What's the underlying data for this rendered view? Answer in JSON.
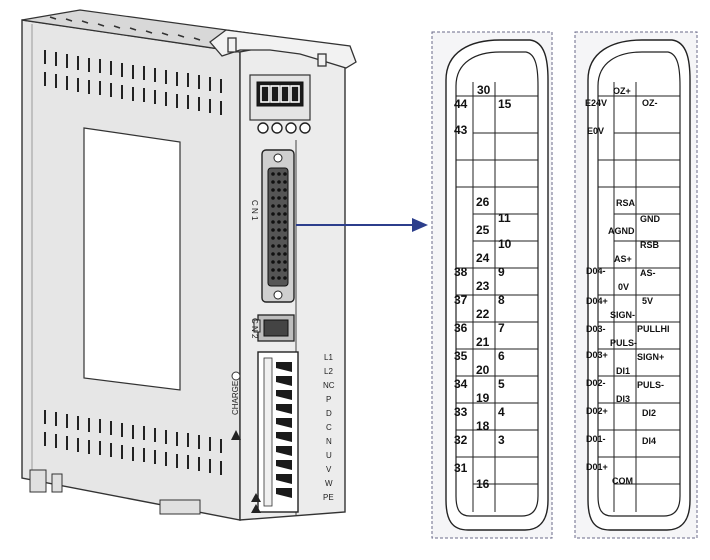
{
  "device": {
    "ports": {
      "cn1": "C N 1",
      "cn2": "C N 2",
      "charge": "CHARGE"
    },
    "terminal_labels": [
      "L1",
      "L2",
      "NC",
      "P",
      "D",
      "C",
      "N",
      "U",
      "V",
      "W",
      "PE"
    ]
  },
  "pin_diagram": {
    "top": [
      "30"
    ],
    "left": [
      "44",
      "43",
      "",
      "",
      "26",
      "25",
      "24",
      "23",
      "22",
      "21",
      "20",
      "19",
      "18",
      "",
      "16"
    ],
    "mid_row_left": [
      "38",
      "37",
      "36",
      "35",
      "34",
      "33",
      "32",
      "31"
    ],
    "right": [
      "15",
      "",
      "",
      "",
      "11",
      "10",
      "9",
      "8",
      "7",
      "6",
      "5",
      "4",
      "3",
      "",
      ""
    ]
  },
  "signal_diagram": {
    "top": "OZ+",
    "left": [
      "E24V",
      "E0V",
      "",
      "",
      "",
      "",
      "D04-",
      "D04+",
      "D03-",
      "D03+",
      "D02-",
      "D02+",
      "D01-",
      "D01+"
    ],
    "middle": [
      "RSA",
      "AGND",
      "AS+",
      "0V",
      "SIGN-",
      "PULS-",
      "DI1",
      "DI3",
      "COM"
    ],
    "right": [
      "OZ-",
      "GND",
      "RSB",
      "AS-",
      "5V",
      "PULLHI",
      "SIGN+",
      "PULS-",
      "DI2",
      "DI4"
    ]
  }
}
